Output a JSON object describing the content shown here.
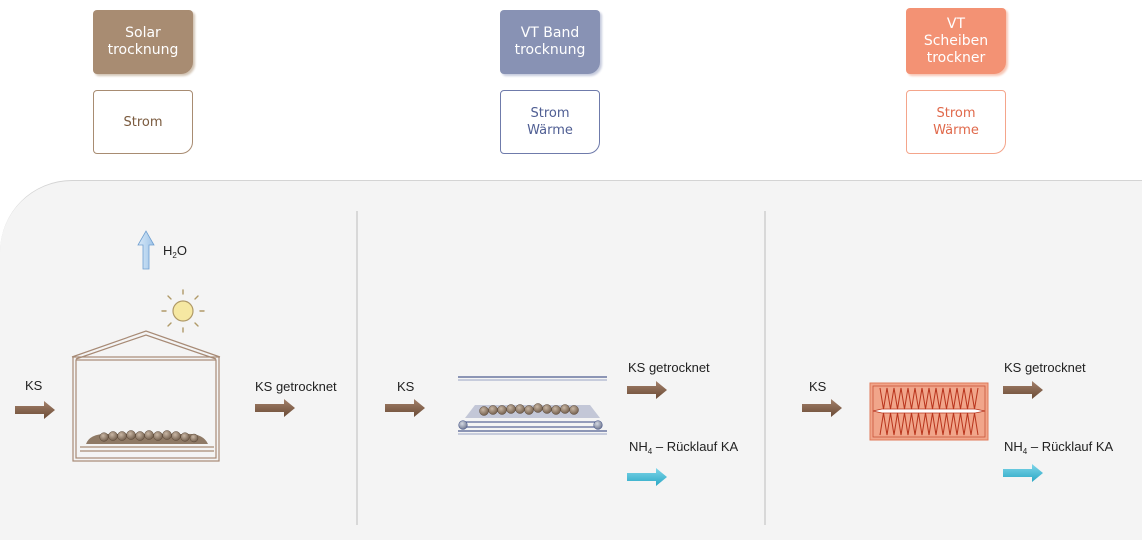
{
  "methods": [
    {
      "title": "Solar\ntrocknung",
      "energy": "Strom"
    },
    {
      "title": "VT Band\ntrocknung",
      "energy": "Strom\nWärme"
    },
    {
      "title": "VT\nScheiben\ntrockner",
      "energy": "Strom\nWärme"
    }
  ],
  "solar": {
    "input": "KS",
    "output": "KS getrocknet",
    "vapor_main": "H",
    "vapor_sub": "2",
    "vapor_end": "O"
  },
  "band": {
    "input": "KS",
    "output1": "KS getrocknet",
    "output2_main": "NH",
    "output2_sub": "4",
    "output2_rest": " – Rücklauf KA"
  },
  "disc": {
    "input": "KS",
    "output1": "KS getrocknet",
    "output2_main": "NH",
    "output2_sub": "4",
    "output2_rest": " – Rücklauf KA"
  },
  "colors": {
    "brown_arrow": "#7b5740",
    "blue_arrow": "#46bfd8",
    "vapor_arrow": "#b8d6f2",
    "sun": "#f6e8a2",
    "sludge": "#8f7a66",
    "disc_red": "#b8341c",
    "disc_fill": "#f1a58a"
  }
}
